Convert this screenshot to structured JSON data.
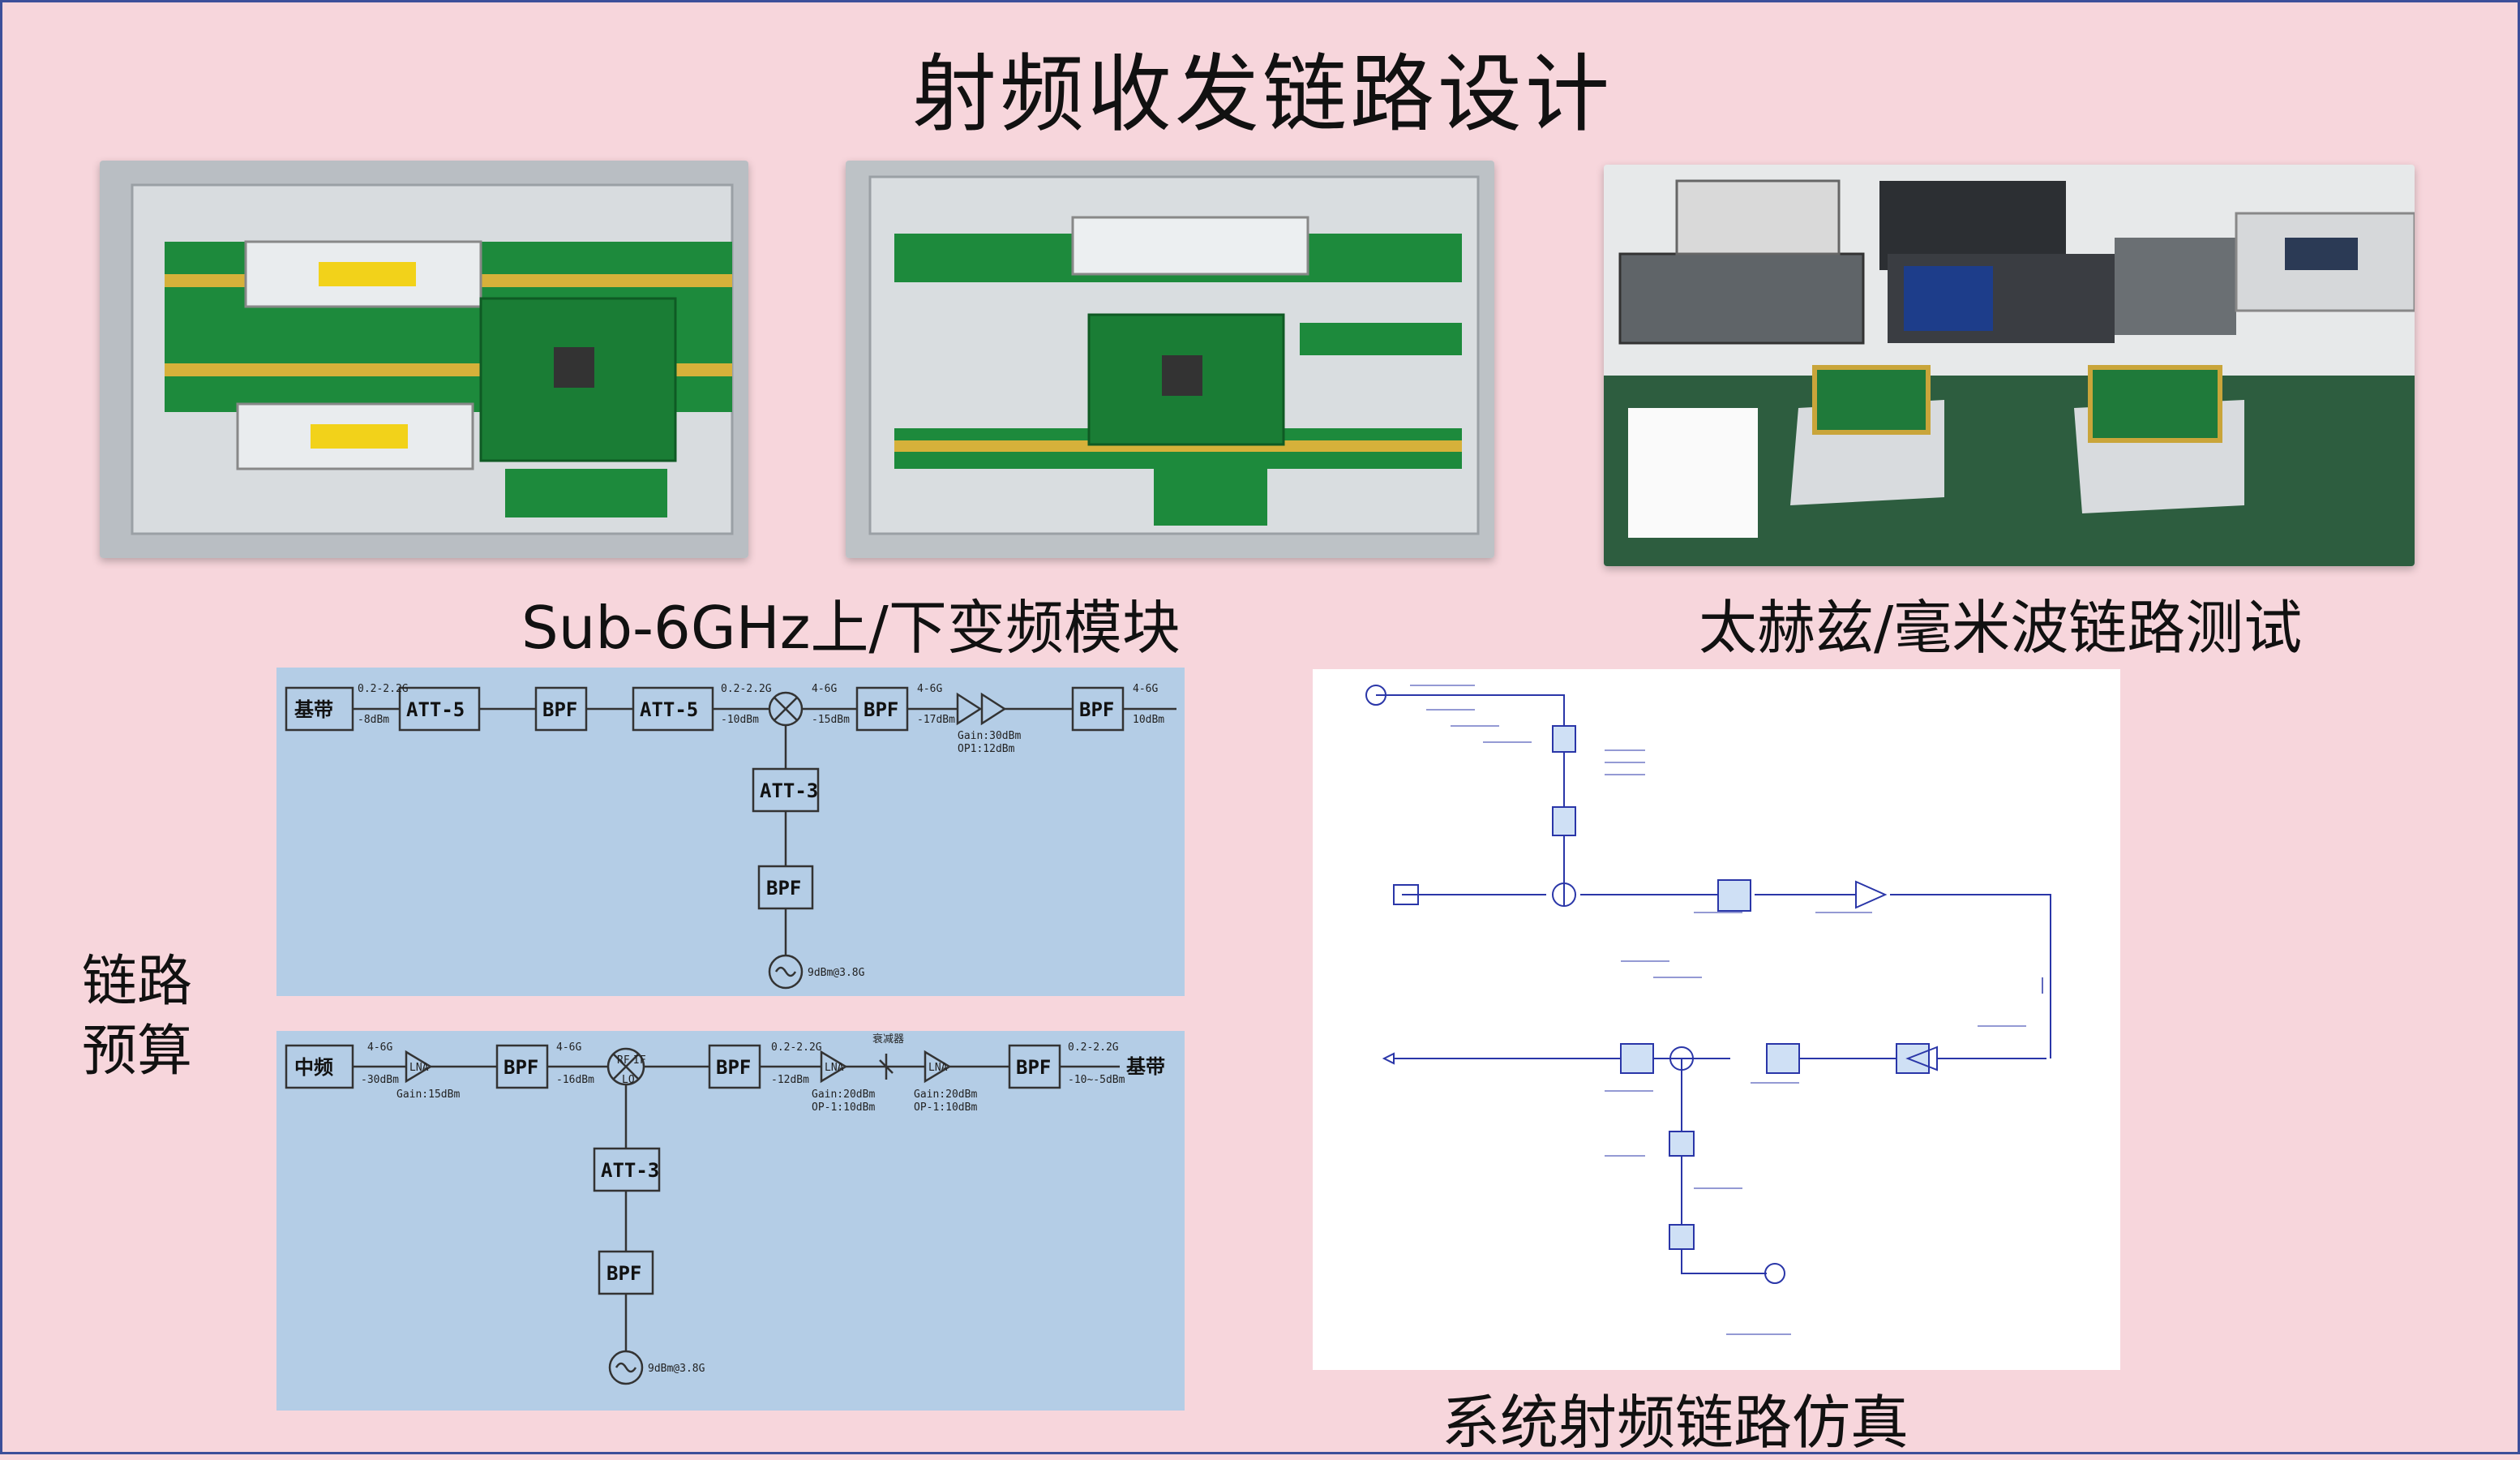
{
  "title": "射频收发链路设计",
  "captions": {
    "sub6": "Sub-6GHz上/下变频模块",
    "thz": "太赫兹/毫米波链路测试",
    "sim": "系统射频链路仿真",
    "budget_line1": "链路",
    "budget_line2": "预算"
  },
  "tx_chain": {
    "blocks": [
      "基带",
      "ATT-5",
      "BPF",
      "ATT-5",
      "BPF",
      "BPF",
      "ATT-3",
      "BPF"
    ],
    "annotations": [
      "0.2-2.2G",
      "-8dBm",
      "0.2-2.2G",
      "-10dBm",
      "4-6G",
      "-15dBm",
      "4-6G",
      "-17dBm",
      "Gain:30dBm",
      "OP1:12dBm",
      "4-6G",
      "10dBm",
      "9dBm@3.8G"
    ]
  },
  "rx_chain": {
    "blocks": [
      "中频",
      "LNA",
      "BPF",
      "BPF",
      "LNA",
      "LNA",
      "BPF",
      "基带",
      "ATT-3",
      "BPF"
    ],
    "annotations": [
      "4-6G",
      "-30dBm",
      "Gain:15dBm",
      "4-6G",
      "-16dBm",
      "0.2-2.2G",
      "-12dBm",
      "衰减器",
      "Gain:20dBm",
      "OP-1:10dBm",
      "Gain:20dBm",
      "OP-1:10dBm",
      "0.2-2.2G",
      "-10~-5dBm",
      "9dBm@3.8G"
    ],
    "mixer_ports": [
      "RF",
      "IF",
      "LO"
    ]
  },
  "colors": {
    "background": "#f7d6dc",
    "border": "#3c4f9a",
    "panel": "#b4cde6",
    "sim_line": "#2a36a8"
  }
}
